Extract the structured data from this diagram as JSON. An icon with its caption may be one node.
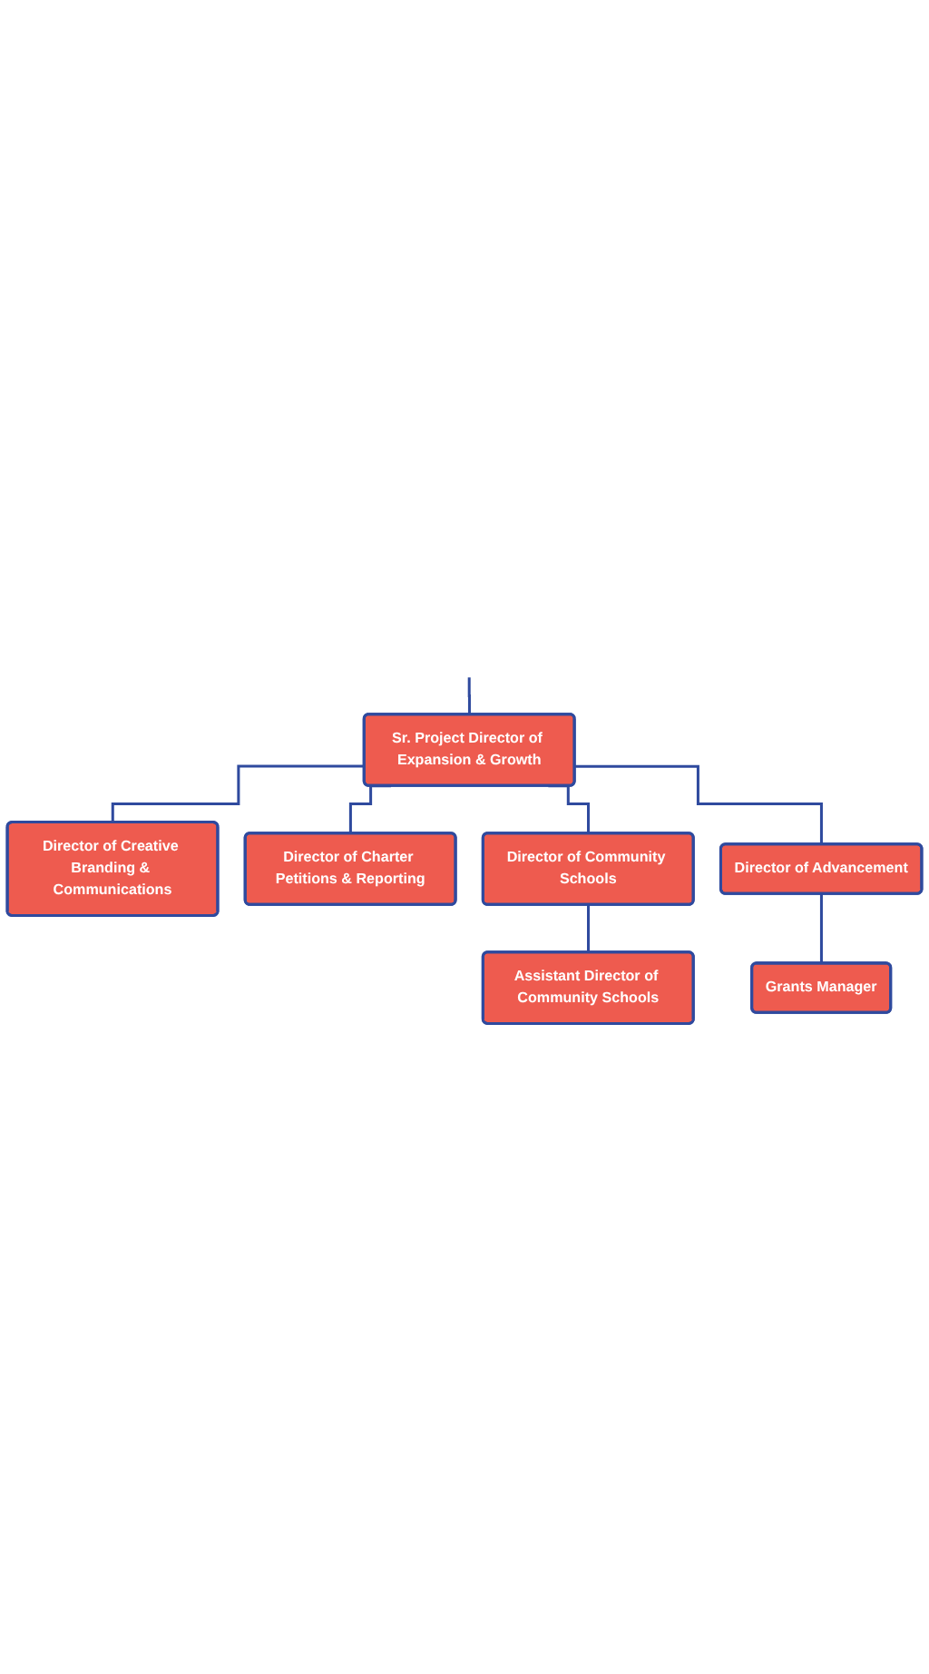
{
  "diagram": {
    "nodes": [
      {
        "text": [
          "Sr. Project Director of Expansion & Growth"
        ]
      },
      {
        "text": [
          "Director of Creative Branding & Communications"
        ]
      },
      {
        "text": [
          "Director of Charter Petitions & Reporting"
        ]
      },
      {
        "text": [
          "Director of Community Schools"
        ]
      },
      {
        "text": [
          "Assistant Director of Community Schools"
        ]
      },
      {
        "text": [
          "Director of Advancement"
        ]
      },
      {
        "text": [
          "Grants Manager"
        ]
      }
    ],
    "edges": [
      {
        "from": null,
        "to": 0,
        "arrow": "none"
      },
      {
        "from": 0,
        "to": 1,
        "arrow": "none"
      },
      {
        "from": 0,
        "to": 2,
        "arrow": "none"
      },
      {
        "from": 0,
        "to": 3,
        "arrow": "none"
      },
      {
        "from": 3,
        "to": 4,
        "arrow": "none"
      },
      {
        "from": 0,
        "to": 5,
        "arrow": "none"
      },
      {
        "from": 5,
        "to": 6,
        "arrow": "none"
      }
    ]
  }
}
